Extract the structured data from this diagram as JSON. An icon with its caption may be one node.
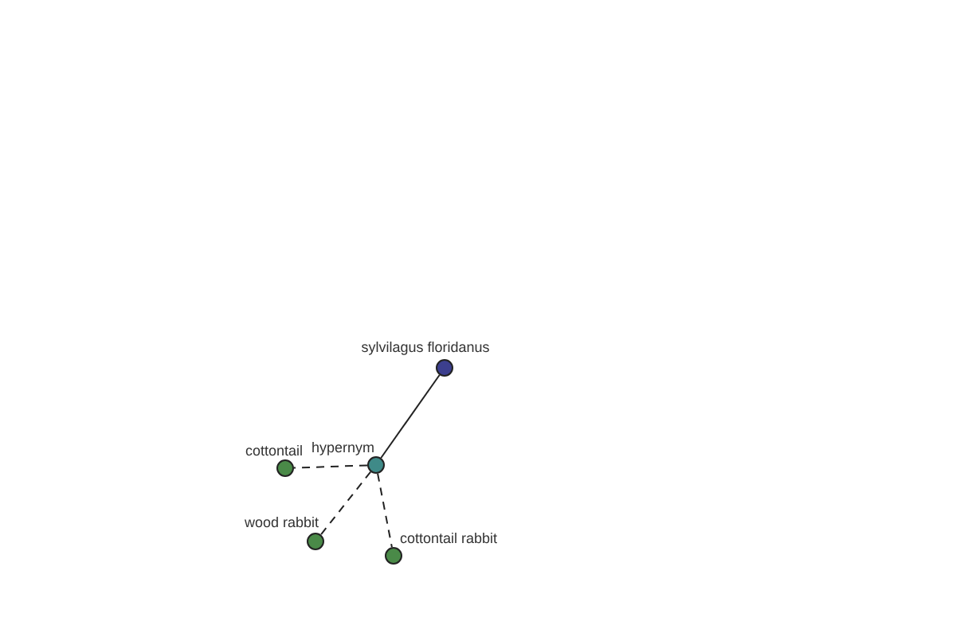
{
  "diagram": {
    "nodes": [
      {
        "text": [
          "sylvilagus floridanus"
        ]
      },
      {
        "text": [
          "hypernym"
        ]
      },
      {
        "text": [
          "cottontail"
        ]
      },
      {
        "text": [
          "wood rabbit"
        ]
      },
      {
        "text": [
          "cottontail rabbit"
        ]
      }
    ],
    "edges": [
      {
        "from": 0,
        "to": 1,
        "arrow": "none"
      },
      {
        "from": 1,
        "to": 2,
        "arrow": "none",
        "style": "dashed"
      },
      {
        "from": 1,
        "to": 3,
        "arrow": "none",
        "style": "dashed"
      },
      {
        "from": 1,
        "to": 4,
        "arrow": "none",
        "style": "dashed"
      }
    ]
  }
}
